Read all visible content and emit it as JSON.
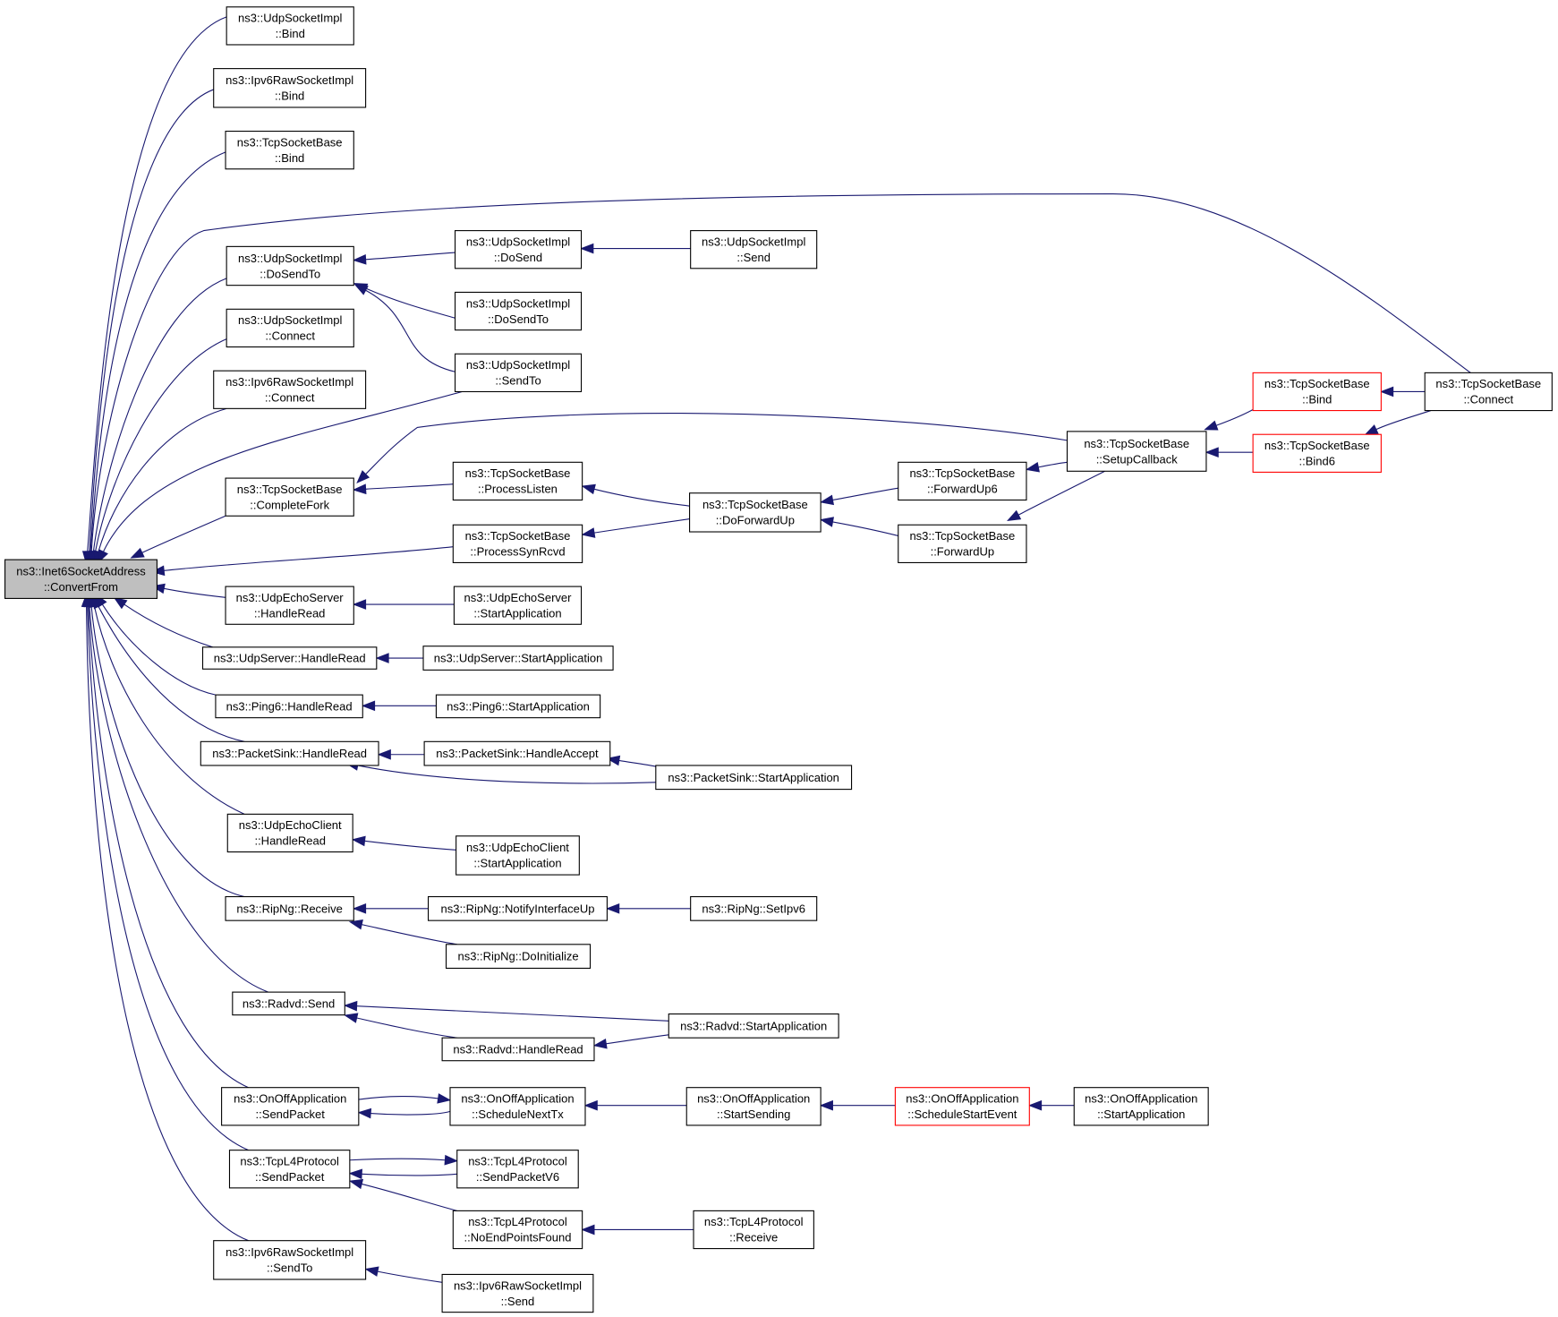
{
  "diagram": {
    "type": "caller-graph",
    "colors": {
      "edge": "#191970",
      "node_border": "#000000",
      "root_fill": "#bfbfbf",
      "truncated_border": "#ff0000"
    },
    "nodes": [
      {
        "id": "root",
        "lines": [
          "ns3::Inet6SocketAddress",
          "::ConvertFrom"
        ],
        "style": "root"
      },
      {
        "id": "udpBind",
        "lines": [
          "ns3::UdpSocketImpl",
          "::Bind"
        ]
      },
      {
        "id": "ipv6RawBind",
        "lines": [
          "ns3::Ipv6RawSocketImpl",
          "::Bind"
        ]
      },
      {
        "id": "tcpBind",
        "lines": [
          "ns3::TcpSocketBase",
          "::Bind"
        ]
      },
      {
        "id": "udpDoSendTo",
        "lines": [
          "ns3::UdpSocketImpl",
          "::DoSendTo"
        ]
      },
      {
        "id": "udpConnect",
        "lines": [
          "ns3::UdpSocketImpl",
          "::Connect"
        ]
      },
      {
        "id": "ipv6RawConnect",
        "lines": [
          "ns3::Ipv6RawSocketImpl",
          "::Connect"
        ]
      },
      {
        "id": "tcpCompleteFork",
        "lines": [
          "ns3::TcpSocketBase",
          "::CompleteFork"
        ]
      },
      {
        "id": "udpEchoServerHR",
        "lines": [
          "ns3::UdpEchoServer",
          "::HandleRead"
        ]
      },
      {
        "id": "udpServerHR",
        "lines": [
          "ns3::UdpServer::HandleRead"
        ]
      },
      {
        "id": "ping6HR",
        "lines": [
          "ns3::Ping6::HandleRead"
        ]
      },
      {
        "id": "packetSinkHR",
        "lines": [
          "ns3::PacketSink::HandleRead"
        ]
      },
      {
        "id": "udpEchoClientHR",
        "lines": [
          "ns3::UdpEchoClient",
          "::HandleRead"
        ]
      },
      {
        "id": "ripNgReceive",
        "lines": [
          "ns3::RipNg::Receive"
        ]
      },
      {
        "id": "radvdSend",
        "lines": [
          "ns3::Radvd::Send"
        ]
      },
      {
        "id": "onOffSendPacket",
        "lines": [
          "ns3::OnOffApplication",
          "::SendPacket"
        ]
      },
      {
        "id": "tcpL4SendPacket",
        "lines": [
          "ns3::TcpL4Protocol",
          "::SendPacket"
        ]
      },
      {
        "id": "ipv6RawSendTo",
        "lines": [
          "ns3::Ipv6RawSocketImpl",
          "::SendTo"
        ]
      },
      {
        "id": "udpDoSend",
        "lines": [
          "ns3::UdpSocketImpl",
          "::DoSend"
        ]
      },
      {
        "id": "udpDoSendTo2",
        "lines": [
          "ns3::UdpSocketImpl",
          "::DoSendTo"
        ]
      },
      {
        "id": "udpSendTo",
        "lines": [
          "ns3::UdpSocketImpl",
          "::SendTo"
        ]
      },
      {
        "id": "tcpProcessListen",
        "lines": [
          "ns3::TcpSocketBase",
          "::ProcessListen"
        ]
      },
      {
        "id": "tcpProcessSynRcvd",
        "lines": [
          "ns3::TcpSocketBase",
          "::ProcessSynRcvd"
        ]
      },
      {
        "id": "udpEchoServerStart",
        "lines": [
          "ns3::UdpEchoServer",
          "::StartApplication"
        ]
      },
      {
        "id": "udpServerStart",
        "lines": [
          "ns3::UdpServer::StartApplication"
        ]
      },
      {
        "id": "ping6Start",
        "lines": [
          "ns3::Ping6::StartApplication"
        ]
      },
      {
        "id": "packetSinkAccept",
        "lines": [
          "ns3::PacketSink::HandleAccept"
        ]
      },
      {
        "id": "udpEchoClientStart",
        "lines": [
          "ns3::UdpEchoClient",
          "::StartApplication"
        ]
      },
      {
        "id": "ripNgNotify",
        "lines": [
          "ns3::RipNg::NotifyInterfaceUp"
        ]
      },
      {
        "id": "ripNgDoInit",
        "lines": [
          "ns3::RipNg::DoInitialize"
        ]
      },
      {
        "id": "radvdHR",
        "lines": [
          "ns3::Radvd::HandleRead"
        ]
      },
      {
        "id": "onOffSchedNext",
        "lines": [
          "ns3::OnOffApplication",
          "::ScheduleNextTx"
        ]
      },
      {
        "id": "tcpL4SendV6",
        "lines": [
          "ns3::TcpL4Protocol",
          "::SendPacketV6"
        ]
      },
      {
        "id": "tcpL4NoEnd",
        "lines": [
          "ns3::TcpL4Protocol",
          "::NoEndPointsFound"
        ]
      },
      {
        "id": "ipv6RawSend",
        "lines": [
          "ns3::Ipv6RawSocketImpl",
          "::Send"
        ]
      },
      {
        "id": "udpSend",
        "lines": [
          "ns3::UdpSocketImpl",
          "::Send"
        ]
      },
      {
        "id": "tcpDoForwardUp",
        "lines": [
          "ns3::TcpSocketBase",
          "::DoForwardUp"
        ]
      },
      {
        "id": "packetSinkStart",
        "lines": [
          "ns3::PacketSink::StartApplication"
        ]
      },
      {
        "id": "ripNgSetIpv6",
        "lines": [
          "ns3::RipNg::SetIpv6"
        ]
      },
      {
        "id": "radvdStart",
        "lines": [
          "ns3::Radvd::StartApplication"
        ]
      },
      {
        "id": "onOffStartSending",
        "lines": [
          "ns3::OnOffApplication",
          "::StartSending"
        ]
      },
      {
        "id": "tcpL4Receive",
        "lines": [
          "ns3::TcpL4Protocol",
          "::Receive"
        ]
      },
      {
        "id": "tcpForwardUp6",
        "lines": [
          "ns3::TcpSocketBase",
          "::ForwardUp6"
        ]
      },
      {
        "id": "tcpForwardUp",
        "lines": [
          "ns3::TcpSocketBase",
          "::ForwardUp"
        ]
      },
      {
        "id": "onOffSchedStart",
        "lines": [
          "ns3::OnOffApplication",
          "::ScheduleStartEvent"
        ],
        "style": "trunc"
      },
      {
        "id": "tcpSetupCallback",
        "lines": [
          "ns3::TcpSocketBase",
          "::SetupCallback"
        ]
      },
      {
        "id": "onOffStartApp",
        "lines": [
          "ns3::OnOffApplication",
          "::StartApplication"
        ]
      },
      {
        "id": "tcpBindRed",
        "lines": [
          "ns3::TcpSocketBase",
          "::Bind"
        ],
        "style": "trunc"
      },
      {
        "id": "tcpBind6Red",
        "lines": [
          "ns3::TcpSocketBase",
          "::Bind6"
        ],
        "style": "trunc"
      },
      {
        "id": "tcpConnect",
        "lines": [
          "ns3::TcpSocketBase",
          "::Connect"
        ]
      }
    ],
    "edges": [
      {
        "from": "udpBind",
        "to": "root"
      },
      {
        "from": "ipv6RawBind",
        "to": "root"
      },
      {
        "from": "tcpBind",
        "to": "root"
      },
      {
        "from": "tcpConnect",
        "to": "root"
      },
      {
        "from": "udpDoSendTo",
        "to": "root"
      },
      {
        "from": "udpConnect",
        "to": "root"
      },
      {
        "from": "ipv6RawConnect",
        "to": "root"
      },
      {
        "from": "udpSendTo",
        "to": "root"
      },
      {
        "from": "tcpCompleteFork",
        "to": "root"
      },
      {
        "from": "tcpProcessSynRcvd",
        "to": "root"
      },
      {
        "from": "udpEchoServerHR",
        "to": "root"
      },
      {
        "from": "udpServerHR",
        "to": "root"
      },
      {
        "from": "ping6HR",
        "to": "root"
      },
      {
        "from": "packetSinkHR",
        "to": "root"
      },
      {
        "from": "udpEchoClientHR",
        "to": "root"
      },
      {
        "from": "ripNgReceive",
        "to": "root"
      },
      {
        "from": "radvdSend",
        "to": "root"
      },
      {
        "from": "onOffSendPacket",
        "to": "root"
      },
      {
        "from": "tcpL4SendPacket",
        "to": "root"
      },
      {
        "from": "ipv6RawSendTo",
        "to": "root"
      },
      {
        "from": "udpDoSend",
        "to": "udpDoSendTo"
      },
      {
        "from": "udpDoSendTo2",
        "to": "udpDoSendTo"
      },
      {
        "from": "udpSendTo",
        "to": "udpDoSendTo"
      },
      {
        "from": "udpSend",
        "to": "udpDoSend"
      },
      {
        "from": "tcpSetupCallback",
        "to": "tcpCompleteFork"
      },
      {
        "from": "tcpProcessListen",
        "to": "tcpCompleteFork"
      },
      {
        "from": "tcpDoForwardUp",
        "to": "tcpProcessListen"
      },
      {
        "from": "tcpDoForwardUp",
        "to": "tcpProcessSynRcvd"
      },
      {
        "from": "tcpForwardUp6",
        "to": "tcpDoForwardUp"
      },
      {
        "from": "tcpForwardUp",
        "to": "tcpDoForwardUp"
      },
      {
        "from": "tcpSetupCallback",
        "to": "tcpForwardUp6"
      },
      {
        "from": "tcpSetupCallback",
        "to": "tcpForwardUp"
      },
      {
        "from": "tcpBindRed",
        "to": "tcpSetupCallback"
      },
      {
        "from": "tcpBind6Red",
        "to": "tcpSetupCallback"
      },
      {
        "from": "tcpConnect",
        "to": "tcpBindRed"
      },
      {
        "from": "tcpConnect",
        "to": "tcpBind6Red"
      },
      {
        "from": "udpEchoServerStart",
        "to": "udpEchoServerHR"
      },
      {
        "from": "udpServerStart",
        "to": "udpServerHR"
      },
      {
        "from": "ping6Start",
        "to": "ping6HR"
      },
      {
        "from": "packetSinkAccept",
        "to": "packetSinkHR"
      },
      {
        "from": "packetSinkStart",
        "to": "packetSinkHR"
      },
      {
        "from": "packetSinkStart",
        "to": "packetSinkAccept"
      },
      {
        "from": "udpEchoClientStart",
        "to": "udpEchoClientHR"
      },
      {
        "from": "ripNgNotify",
        "to": "ripNgReceive"
      },
      {
        "from": "ripNgDoInit",
        "to": "ripNgReceive"
      },
      {
        "from": "ripNgSetIpv6",
        "to": "ripNgNotify"
      },
      {
        "from": "radvdStart",
        "to": "radvdSend"
      },
      {
        "from": "radvdHR",
        "to": "radvdSend"
      },
      {
        "from": "radvdStart",
        "to": "radvdHR"
      },
      {
        "from": "onOffSchedNext",
        "to": "onOffSendPacket"
      },
      {
        "from": "onOffSendPacket",
        "to": "onOffSchedNext"
      },
      {
        "from": "onOffStartSending",
        "to": "onOffSchedNext"
      },
      {
        "from": "onOffSchedStart",
        "to": "onOffStartSending"
      },
      {
        "from": "onOffStartApp",
        "to": "onOffSchedStart"
      },
      {
        "from": "tcpL4SendV6",
        "to": "tcpL4SendPacket"
      },
      {
        "from": "tcpL4SendPacket",
        "to": "tcpL4SendV6"
      },
      {
        "from": "tcpL4NoEnd",
        "to": "tcpL4SendPacket"
      },
      {
        "from": "tcpL4Receive",
        "to": "tcpL4NoEnd"
      },
      {
        "from": "ipv6RawSend",
        "to": "ipv6RawSendTo"
      }
    ]
  }
}
